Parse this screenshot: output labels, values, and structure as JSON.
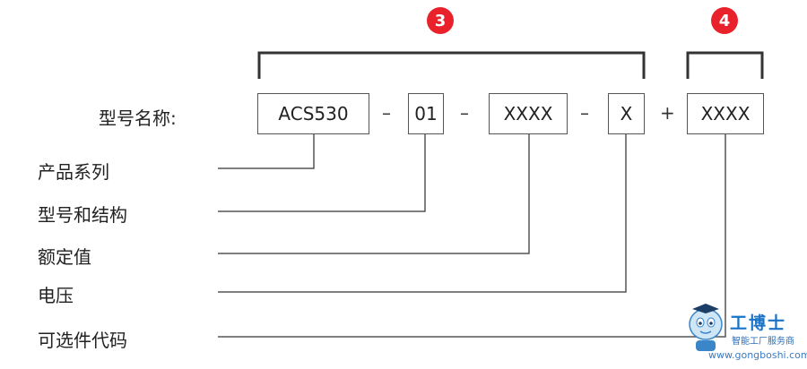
{
  "header": {
    "model_name_label": "型号名称:"
  },
  "badges": {
    "group3": "3",
    "group4": "4"
  },
  "code_parts": {
    "series": "ACS530",
    "sep1": "–",
    "structure": "01",
    "sep2": "–",
    "rating": "XXXX",
    "sep3": "–",
    "voltage": "X",
    "plus": "+",
    "options": "XXXX"
  },
  "fields": {
    "series": "产品系列",
    "structure": "型号和结构",
    "rating": "额定值",
    "voltage": "电压",
    "options": "可选件代码"
  },
  "watermark": {
    "brand": "工博士",
    "tagline": "智能工厂服务商",
    "url": "www.gongboshi.com"
  },
  "colors": {
    "badge": "#e8212b",
    "bracket": "#333333",
    "box_border": "#555555",
    "watermark": "#1a73c8"
  }
}
